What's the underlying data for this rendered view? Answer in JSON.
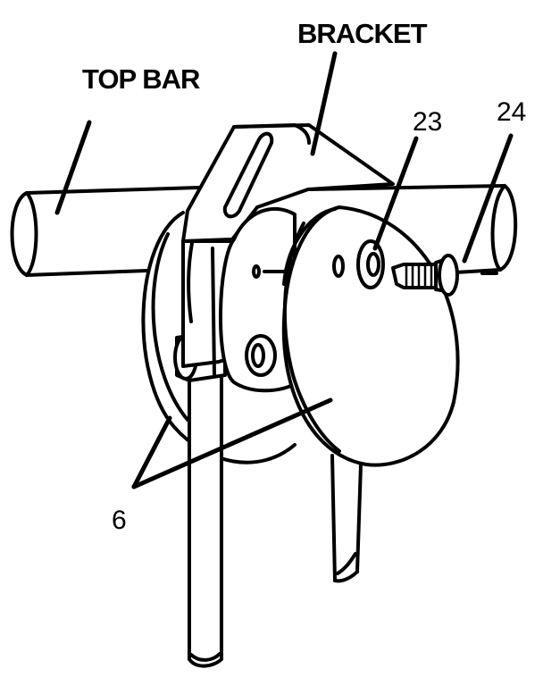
{
  "labels": {
    "top_bar": "TOP BAR",
    "bracket": "BRACKET",
    "part_23": "23",
    "part_24": "24",
    "part_6": "6"
  }
}
